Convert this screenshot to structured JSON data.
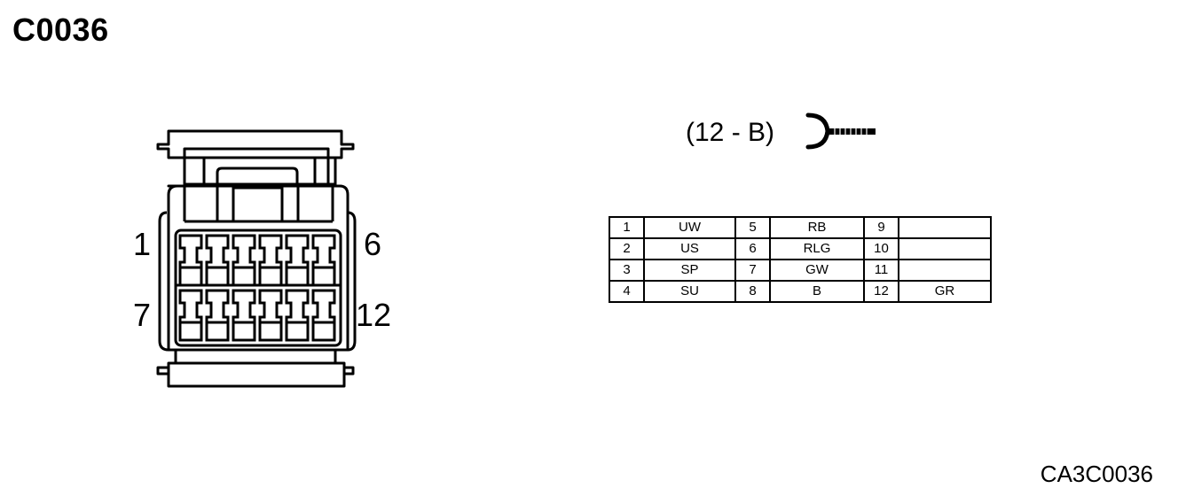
{
  "title": "C0036",
  "connector_spec": "(12 - B)",
  "pin_labels": {
    "top_left": "1",
    "top_right": "6",
    "bottom_left": "7",
    "bottom_right": "12"
  },
  "pins": [
    [
      {
        "num": "1",
        "color": "UW"
      },
      {
        "num": "5",
        "color": "RB"
      },
      {
        "num": "9",
        "color": ""
      }
    ],
    [
      {
        "num": "2",
        "color": "US"
      },
      {
        "num": "6",
        "color": "RLG"
      },
      {
        "num": "10",
        "color": ""
      }
    ],
    [
      {
        "num": "3",
        "color": "SP"
      },
      {
        "num": "7",
        "color": "GW"
      },
      {
        "num": "11",
        "color": ""
      }
    ],
    [
      {
        "num": "4",
        "color": "SU"
      },
      {
        "num": "8",
        "color": "B"
      },
      {
        "num": "12",
        "color": "GR"
      }
    ]
  ],
  "footer_code": "CA3C0036"
}
